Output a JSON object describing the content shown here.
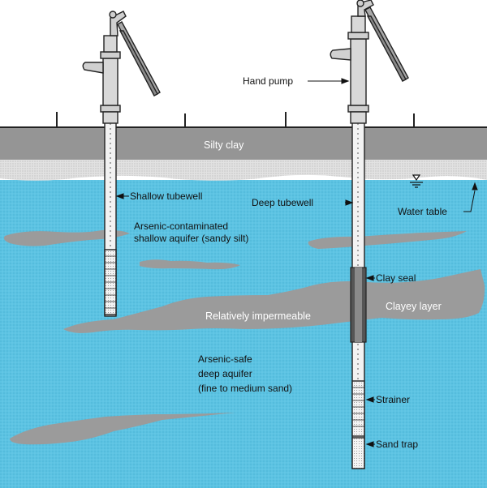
{
  "labels": {
    "hand_pump": "Hand pump",
    "silty_clay": "Silty clay",
    "shallow_tubewell": "Shallow tubewell",
    "deep_tubewell": "Deep tubewell",
    "water_table": "Water table",
    "shallow_aquifer_line1": "Arsenic-contaminated",
    "shallow_aquifer_line2": "shallow aquifer (sandy silt)",
    "clay_seal": "Clay seal",
    "clayey_layer": "Clayey layer",
    "relatively_impermeable": "Relatively impermeable",
    "deep_aquifer_line1": "Arsenic-safe",
    "deep_aquifer_line2": "deep aquifer",
    "deep_aquifer_line3": "(fine to medium sand)",
    "strainer": "Strainer",
    "sand_trap": "Sand trap"
  },
  "colors": {
    "water": "#5cc3e3",
    "clay": "#9b9b9b",
    "silty_clay": "#959595",
    "sand_band": "#dcdcdc",
    "pump": "#d0d0d0",
    "outline": "#222222"
  }
}
